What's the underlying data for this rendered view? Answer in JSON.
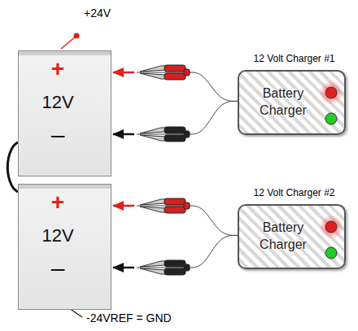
{
  "diagram": {
    "nodes": [
      {
        "text": [
          "+",
          "12V",
          "–"
        ]
      },
      {
        "text": [
          "+",
          "12V",
          "–"
        ]
      },
      {
        "text": [
          "12 Volt Charger #1",
          "Battery Charger"
        ]
      },
      {
        "text": [
          "12 Volt Charger #2",
          "Battery Charger"
        ]
      }
    ],
    "edges": [
      {
        "from": 2,
        "to": 0,
        "arrow": "to"
      },
      {
        "from": 2,
        "to": 0,
        "arrow": "to"
      },
      {
        "from": 3,
        "to": 1,
        "arrow": "to"
      },
      {
        "from": 3,
        "to": 1,
        "arrow": "to"
      },
      {
        "from": 0,
        "to": 1,
        "arrow": "none"
      }
    ],
    "labels": [
      "+24V",
      "-24VREF = GND"
    ]
  }
}
